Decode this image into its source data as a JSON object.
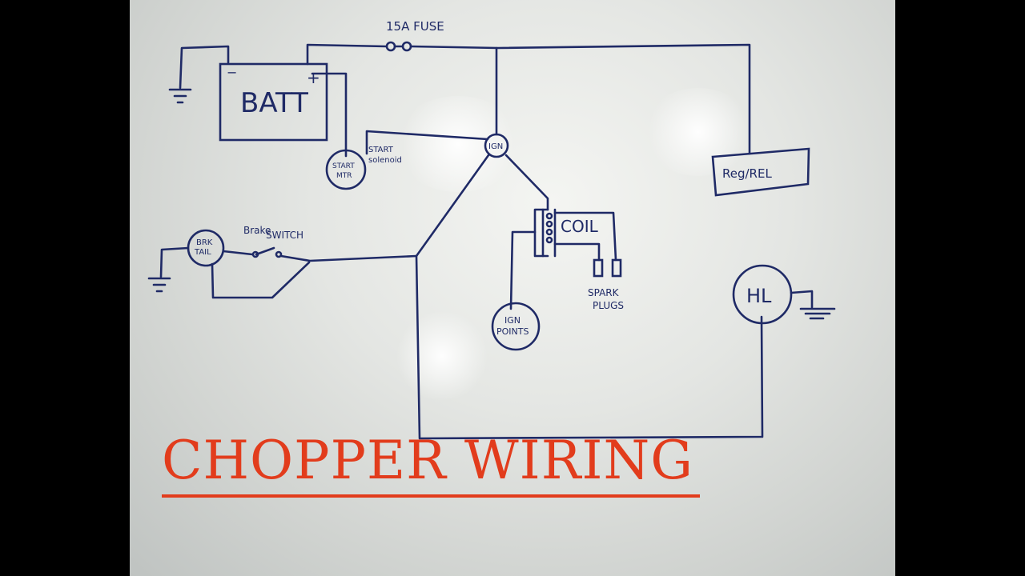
{
  "title": "CHOPPER WIRING",
  "colors": {
    "ink": "#1f2a66",
    "title": "#e23c1c",
    "board": "#e4e6e3"
  },
  "labels": {
    "fuse": "15A FUSE",
    "battery": "BATT",
    "battery_negative": "−",
    "battery_positive": "+",
    "start_motor_line1": "START",
    "start_motor_line2": "MTR",
    "start_solenoid_line1": "START",
    "start_solenoid_line2": "solenoid",
    "ignition": "IGN",
    "regulator": "Reg/REL",
    "coil": "COIL",
    "spark_plugs_line1": "SPARK",
    "spark_plugs_line2": "PLUGS",
    "ignition_points_line1": "IGN",
    "ignition_points_line2": "POINTS",
    "brake_tail_line1": "BRK",
    "brake_tail_line2": "TAIL",
    "brake_switch_line1": "Brake",
    "brake_switch_line2": "SWITCH",
    "headlight": "HL"
  }
}
